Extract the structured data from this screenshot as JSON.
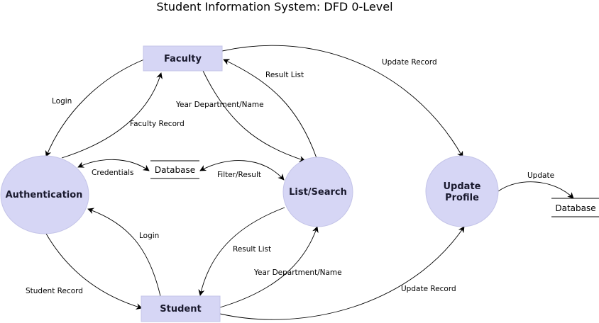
{
  "title": "Student Information System: DFD 0-Level",
  "colors": {
    "node_fill": "#d6d6f5",
    "node_stroke": "#c4c4e8",
    "line": "#000000"
  },
  "entities": {
    "faculty": "Faculty",
    "student": "Student"
  },
  "processes": {
    "authentication": "Authentication",
    "list_search": "List/Search",
    "update_profile": [
      "Update",
      "Profile"
    ]
  },
  "stores": {
    "database_main": "Database",
    "database_update": "Database"
  },
  "flows": [
    {
      "id": "faculty-login",
      "from": "Faculty",
      "to": "Authentication",
      "label": "Login"
    },
    {
      "id": "faculty-record",
      "from": "Authentication",
      "to": "Faculty",
      "label": "Faculty Record"
    },
    {
      "id": "faculty-query",
      "from": "Faculty",
      "to": "List/Search",
      "label": "Year Department/Name"
    },
    {
      "id": "faculty-result",
      "from": "List/Search",
      "to": "Faculty",
      "label": "Result List"
    },
    {
      "id": "faculty-update",
      "from": "Faculty",
      "to": "Update Profile",
      "label": "Update Record"
    },
    {
      "id": "credentials",
      "from": "Authentication",
      "to": "Database",
      "label": "Credentials",
      "bidirectional": true
    },
    {
      "id": "filter-result",
      "from": "List/Search",
      "to": "Database",
      "label": "Filter/Result",
      "bidirectional": true
    },
    {
      "id": "update-db",
      "from": "Update Profile",
      "to": "Database",
      "label": "Update"
    },
    {
      "id": "student-login",
      "from": "Student",
      "to": "Authentication",
      "label": "Login"
    },
    {
      "id": "student-record",
      "from": "Authentication",
      "to": "Student",
      "label": "Student Record"
    },
    {
      "id": "student-result",
      "from": "List/Search",
      "to": "Student",
      "label": "Result List"
    },
    {
      "id": "student-query",
      "from": "Student",
      "to": "List/Search",
      "label": "Year Department/Name"
    },
    {
      "id": "student-update",
      "from": "Student",
      "to": "Update Profile",
      "label": "Update Record"
    }
  ]
}
